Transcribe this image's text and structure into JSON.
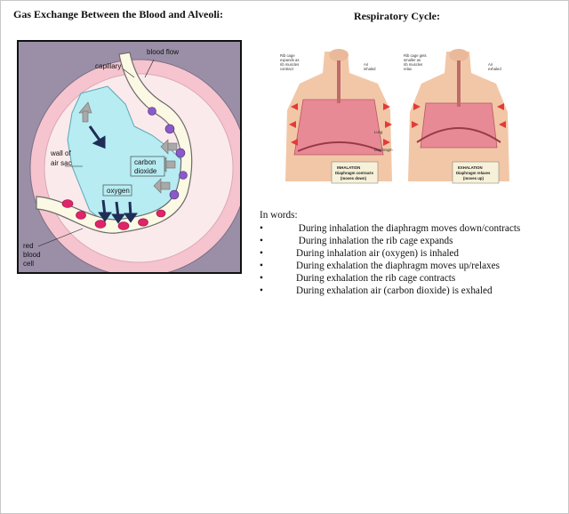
{
  "left_heading": "Gas Exchange Between the Blood and Alveoli:",
  "right_heading": "Respiratory Cycle:",
  "alveoli_diagram": {
    "labels": {
      "blood_flow": "blood flow",
      "capillary": "capillary",
      "wall_of_air_sac": [
        "wall of",
        "air sac"
      ],
      "carbon_dioxide": [
        "carbon",
        "dioxide"
      ],
      "oxygen": "oxygen",
      "red_blood_cell": [
        "red",
        "blood",
        "cell"
      ]
    }
  },
  "respiratory_figure": {
    "inhalation_notes": [
      "Rib cage",
      "expands as",
      "rib muscles",
      "contract"
    ],
    "air_inhaled": [
      "Air",
      "inhaled"
    ],
    "lung": "Lung",
    "diaphragm": "Diaphragm",
    "inhalation_box": [
      "INHALATION",
      "Diaphragm contracts",
      "(moves down)"
    ],
    "exhalation_notes": [
      "Rib cage gets",
      "smaller as",
      "rib muscles",
      "relax"
    ],
    "air_exhaled": [
      "Air",
      "exhaled"
    ],
    "exhalation_box": [
      "EXHALATION",
      "Diaphragm relaxes",
      "(moves up)"
    ]
  },
  "words": {
    "intro": "In words:",
    "bullet": "•",
    "items": [
      " During inhalation the diaphragm moves down/contracts",
      " During inhalation the rib cage expands",
      "During inhalation air (oxygen) is inhaled",
      "During exhalation the diaphragm moves up/relaxes",
      "During exhalation the rib cage contracts",
      "During exhalation air (carbon dioxide) is exhaled"
    ]
  },
  "colors": {
    "diagram_background": "#9a8fa7",
    "tissue_pink": "#f5c4ce",
    "air_space": "#b7ecf2",
    "capillary_cream": "#fbf8e4",
    "red_cell": "#e0246a",
    "co2_cell": "#8a5ac8",
    "arrow_dark": "#1f2d57"
  }
}
